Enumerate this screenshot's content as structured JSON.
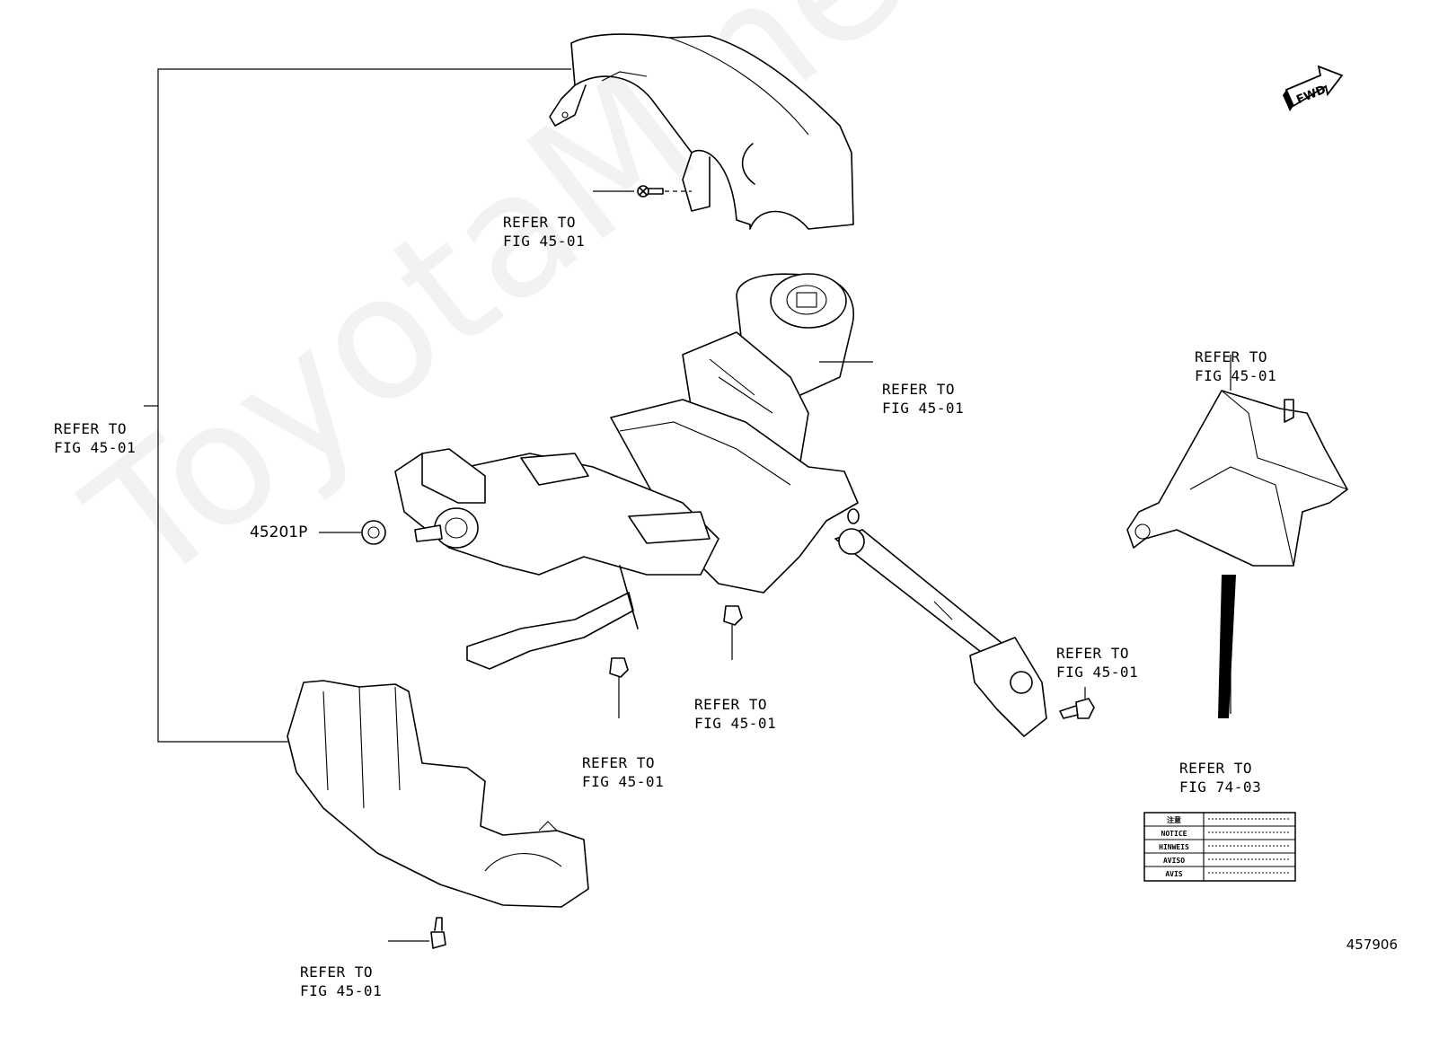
{
  "callouts": {
    "left_frame": [
      "REFER TO",
      "FIG 45-01"
    ],
    "upper_cover_screw": [
      "REFER TO",
      "FIG 45-01"
    ],
    "ignition_switch": [
      "REFER TO",
      "FIG 45-01"
    ],
    "right_cover": [
      "REFER TO",
      "FIG 45-01"
    ],
    "right_cover_label": [
      "REFER TO",
      "FIG 74-03"
    ],
    "yoke_bolt": [
      "REFER TO",
      "FIG 45-01"
    ],
    "center_nut": [
      "REFER TO",
      "FIG 45-01"
    ],
    "bracket_nut": [
      "REFER TO",
      "FIG 45-01"
    ],
    "lower_cover_screw": [
      "REFER TO",
      "FIG 45-01"
    ]
  },
  "part_number": "45201P",
  "figure_number": "457906",
  "fwd_indicator": "FWD",
  "watermark": "ToyotaMine.ru",
  "caution_label": {
    "rows": [
      "注意",
      "NOTICE",
      "HINWEIS",
      "AVISO",
      "AVIS"
    ]
  }
}
